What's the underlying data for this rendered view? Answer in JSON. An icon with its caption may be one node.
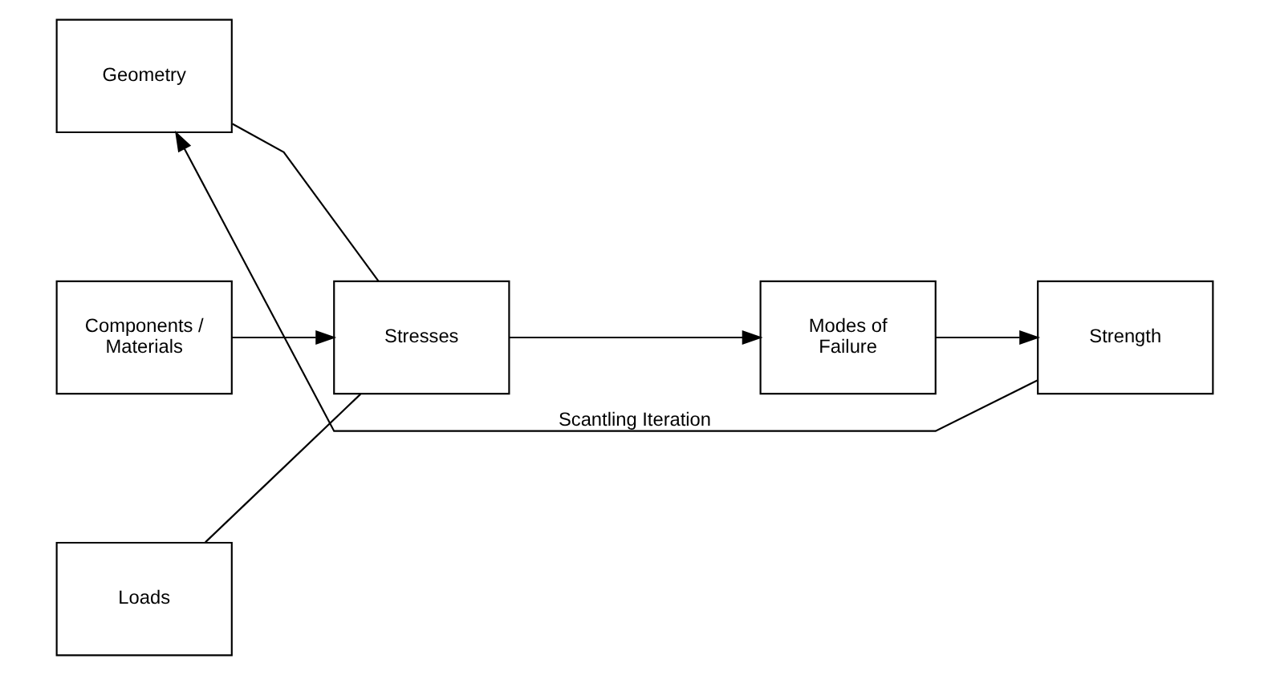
{
  "diagram": {
    "nodes": [
      {
        "text": [
          "Geometry"
        ]
      },
      {
        "text": [
          "Components / Materials"
        ]
      },
      {
        "text": [
          "Loads"
        ]
      },
      {
        "text": [
          "Stresses"
        ]
      },
      {
        "text": [
          "Modes of Failure"
        ]
      },
      {
        "text": [
          "Strength"
        ]
      }
    ],
    "edges": [
      {
        "from": 0,
        "to": 3,
        "arrow": "none"
      },
      {
        "from": 1,
        "to": 3,
        "arrow": "to"
      },
      {
        "from": 2,
        "to": 3,
        "arrow": "none"
      },
      {
        "from": 3,
        "to": 4,
        "arrow": "to"
      },
      {
        "from": 4,
        "to": 5,
        "arrow": "to"
      },
      {
        "from": 5,
        "to": 0,
        "arrow": "to",
        "label": "Scantling Iteration"
      }
    ]
  }
}
